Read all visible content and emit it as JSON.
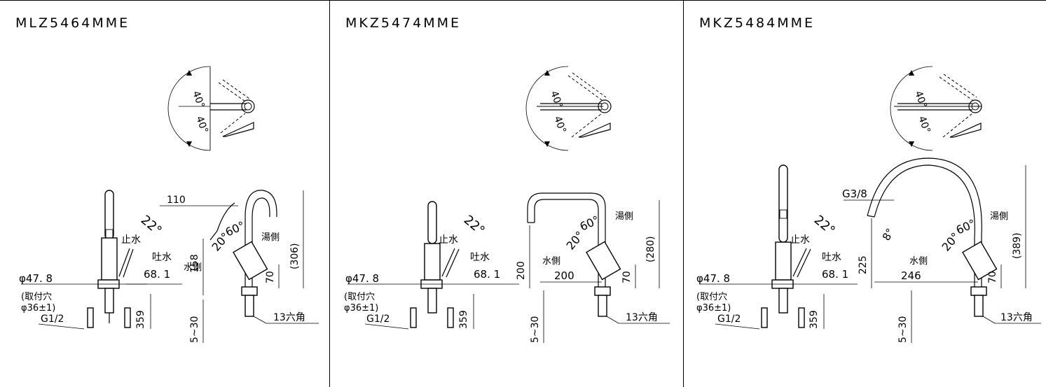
{
  "panels": [
    {
      "model": "MLZ5464MME",
      "angle_top": "40°",
      "angle_bottom": "40°",
      "lever_angle": "22°",
      "spout_angle_1": "60°",
      "spout_angle_2": "20°",
      "stop_water": "止水",
      "discharge_water": "吐水",
      "hot_side": "湯側",
      "cold_side": "水側",
      "dia_label": "φ47. 8",
      "hole_label_1": "(取付穴",
      "hole_label_2": "φ36±1)",
      "thread_label": "G1/2",
      "offset_label": "68. 1",
      "reach_label": "110",
      "height_label": "158",
      "total_height_label": "(306)",
      "base_height_label": "70",
      "depth_label": "359",
      "range_label": "5~30",
      "hex_label": "13六角"
    },
    {
      "model": "MKZ5474MME",
      "angle_top": "40°",
      "angle_bottom": "40°",
      "lever_angle": "22°",
      "spout_angle_1": "60°",
      "spout_angle_2": "20°",
      "stop_water": "止水",
      "discharge_water": "吐水",
      "hot_side": "湯側",
      "cold_side": "水側",
      "dia_label": "φ47. 8",
      "hole_label_1": "(取付穴",
      "hole_label_2": "φ36±1)",
      "thread_label": "G1/2",
      "offset_label": "68. 1",
      "reach_label": "200",
      "height_label": "200",
      "total_height_label": "(280)",
      "base_height_label": "70",
      "depth_label": "359",
      "range_label": "5~30",
      "hex_label": "13六角"
    },
    {
      "model": "MKZ5484MME",
      "angle_top": "40°",
      "angle_bottom": "40°",
      "lever_angle": "22°",
      "spout_angle_1": "60°",
      "spout_angle_2": "20°",
      "spout_angle_3": "8°",
      "stop_water": "止水",
      "discharge_water": "吐水",
      "hot_side": "湯側",
      "cold_side": "水側",
      "dia_label": "φ47. 8",
      "hole_label_1": "(取付穴",
      "hole_label_2": "φ36±1)",
      "thread_label": "G1/2",
      "outlet_thread_label": "G3/8",
      "offset_label": "68. 1",
      "reach_label": "246",
      "height_label": "225",
      "total_height_label": "(389)",
      "base_height_label": "70",
      "depth_label": "359",
      "range_label": "5~30",
      "hex_label": "13六角"
    }
  ]
}
